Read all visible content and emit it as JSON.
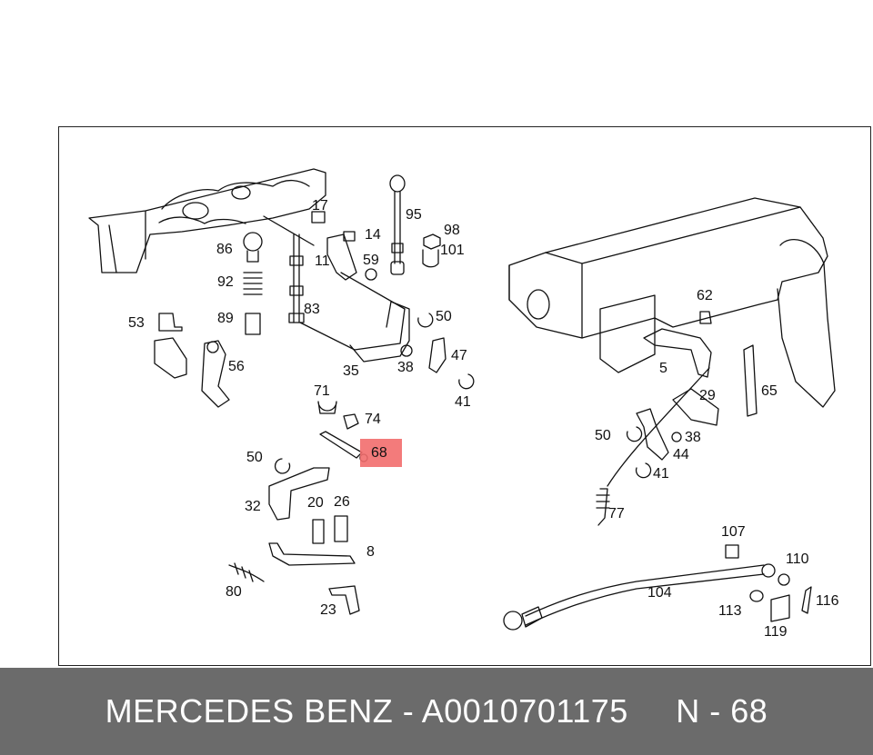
{
  "diagram": {
    "highlight_color": "#f26d6d",
    "part_labels": [
      {
        "id": "17",
        "text": "17"
      },
      {
        "id": "95",
        "text": "95"
      },
      {
        "id": "98",
        "text": "98"
      },
      {
        "id": "14",
        "text": "14"
      },
      {
        "id": "101",
        "text": "101"
      },
      {
        "id": "86",
        "text": "86"
      },
      {
        "id": "11",
        "text": "11"
      },
      {
        "id": "59",
        "text": "59"
      },
      {
        "id": "92",
        "text": "92"
      },
      {
        "id": "83",
        "text": "83"
      },
      {
        "id": "50a",
        "text": "50"
      },
      {
        "id": "53",
        "text": "53"
      },
      {
        "id": "89",
        "text": "89"
      },
      {
        "id": "47",
        "text": "47"
      },
      {
        "id": "56",
        "text": "56"
      },
      {
        "id": "35",
        "text": "35"
      },
      {
        "id": "38a",
        "text": "38"
      },
      {
        "id": "41a",
        "text": "41"
      },
      {
        "id": "71",
        "text": "71"
      },
      {
        "id": "74",
        "text": "74"
      },
      {
        "id": "50b",
        "text": "50"
      },
      {
        "id": "32",
        "text": "32"
      },
      {
        "id": "20",
        "text": "20"
      },
      {
        "id": "26",
        "text": "26"
      },
      {
        "id": "8",
        "text": "8"
      },
      {
        "id": "80",
        "text": "80"
      },
      {
        "id": "23",
        "text": "23"
      },
      {
        "id": "62",
        "text": "62"
      },
      {
        "id": "5",
        "text": "5"
      },
      {
        "id": "29",
        "text": "29"
      },
      {
        "id": "65",
        "text": "65"
      },
      {
        "id": "50c",
        "text": "50"
      },
      {
        "id": "38b",
        "text": "38"
      },
      {
        "id": "44",
        "text": "44"
      },
      {
        "id": "41b",
        "text": "41"
      },
      {
        "id": "77",
        "text": "77"
      },
      {
        "id": "107",
        "text": "107"
      },
      {
        "id": "110",
        "text": "110"
      },
      {
        "id": "104",
        "text": "104"
      },
      {
        "id": "116",
        "text": "116"
      },
      {
        "id": "113",
        "text": "113"
      },
      {
        "id": "119",
        "text": "119"
      }
    ],
    "highlighted_part": "68"
  },
  "footer": {
    "title": "MERCEDES BENZ - A0010701175",
    "ref": "N - 68",
    "background": "#6b6b6b",
    "text_color": "#ffffff"
  }
}
